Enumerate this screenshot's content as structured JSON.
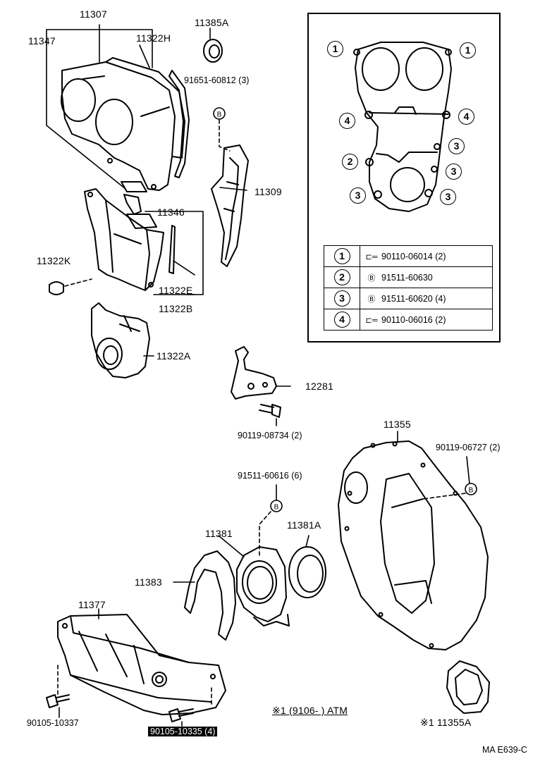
{
  "labels": {
    "p11307": "11307",
    "p11347": "11347",
    "p11322H": "11322H",
    "p11385A": "11385A",
    "p91651": "91651-60812 (3)",
    "p11309": "11309",
    "p11346": "11346",
    "p11322K": "11322K",
    "p11322E": "11322E",
    "p11322B": "11322B",
    "p11322A": "11322A",
    "p12281": "12281",
    "p90119a": "90119-08734 (2)",
    "p11355": "11355",
    "p90119b": "90119-06727 (2)",
    "p91511": "91511-60616 (6)",
    "p11381": "11381",
    "p11381A": "11381A",
    "p11383": "11383",
    "p11377": "11377",
    "p90105a": "90105-10337",
    "p90105b": "90105-10335 (4)",
    "p11355A": "※1 11355A",
    "footnote": "※1 (9106-        ) ATM",
    "code": "MA E639-C"
  },
  "inset": {
    "markers": [
      "1",
      "1",
      "4",
      "4",
      "3",
      "2",
      "3",
      "3",
      "3"
    ],
    "bolt_letter": "B"
  },
  "legend": [
    {
      "num": "1",
      "icon": "bolt",
      "spec": "90110-06014 (2)"
    },
    {
      "num": "2",
      "icon": "B",
      "spec": "91511-60630"
    },
    {
      "num": "3",
      "icon": "B",
      "spec": "91511-60620 (4)"
    },
    {
      "num": "4",
      "icon": "bolt",
      "spec": "90110-06016 (2)"
    }
  ]
}
